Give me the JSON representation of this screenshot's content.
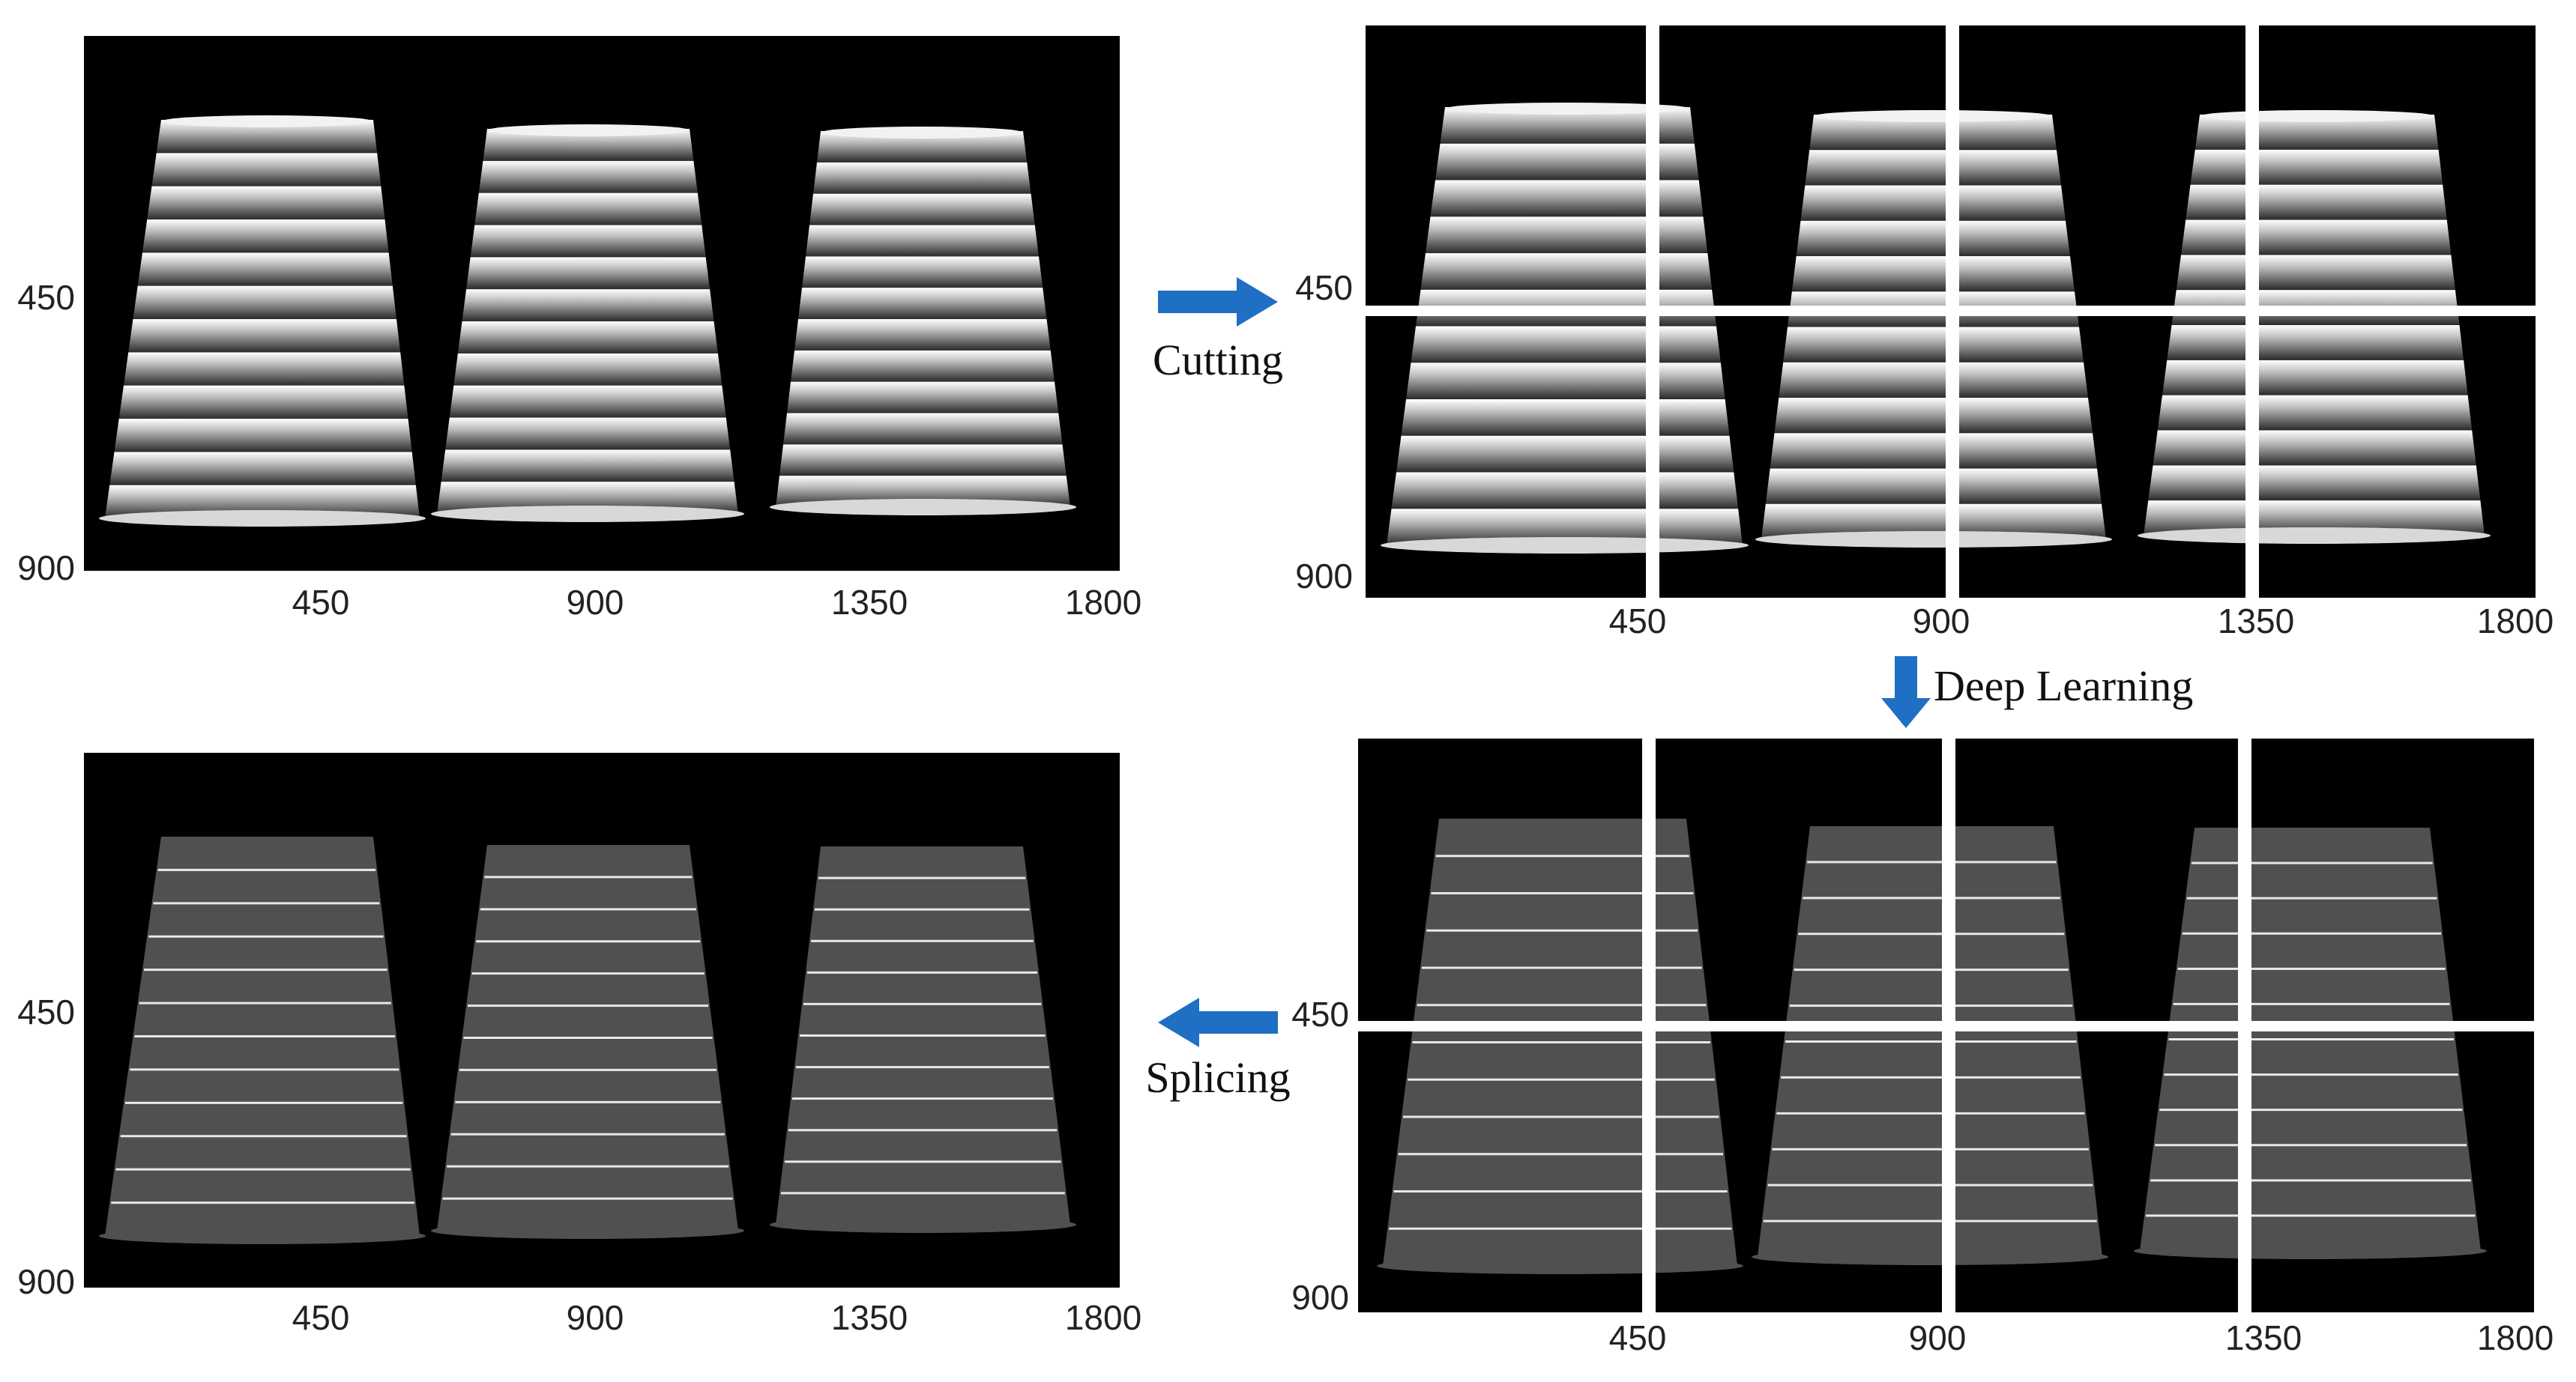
{
  "panels": [
    {
      "id": "original",
      "style": "wrapped-phase",
      "x_ticks": [
        "450",
        "900",
        "1350",
        "1800"
      ],
      "y_ticks": [
        "450",
        "900"
      ],
      "stripe_count": 12,
      "grid_cut": false
    },
    {
      "id": "cut",
      "style": "wrapped-phase",
      "x_ticks": [
        "450",
        "900",
        "1350",
        "1800"
      ],
      "y_ticks": [
        "450",
        "900"
      ],
      "stripe_count": 12,
      "grid_cut": true
    },
    {
      "id": "learned",
      "style": "flat-with-lines",
      "x_ticks": [
        "450",
        "900",
        "1350",
        "1800"
      ],
      "y_ticks": [
        "450",
        "900"
      ],
      "stripe_count": 12,
      "grid_cut": true
    },
    {
      "id": "spliced",
      "style": "flat-with-lines",
      "x_ticks": [
        "450",
        "900",
        "1350",
        "1800"
      ],
      "y_ticks": [
        "450",
        "900"
      ],
      "stripe_count": 12,
      "grid_cut": false
    }
  ],
  "steps": {
    "cutting": "Cutting",
    "deep_learning": "Deep Learning",
    "splicing": "Splicing"
  },
  "colors": {
    "background": "#000000",
    "arrow": "#1f6fc5",
    "cut_lines": "#ffffff",
    "flat_object": "#505050",
    "fringe_line": "#e8e8e8"
  }
}
